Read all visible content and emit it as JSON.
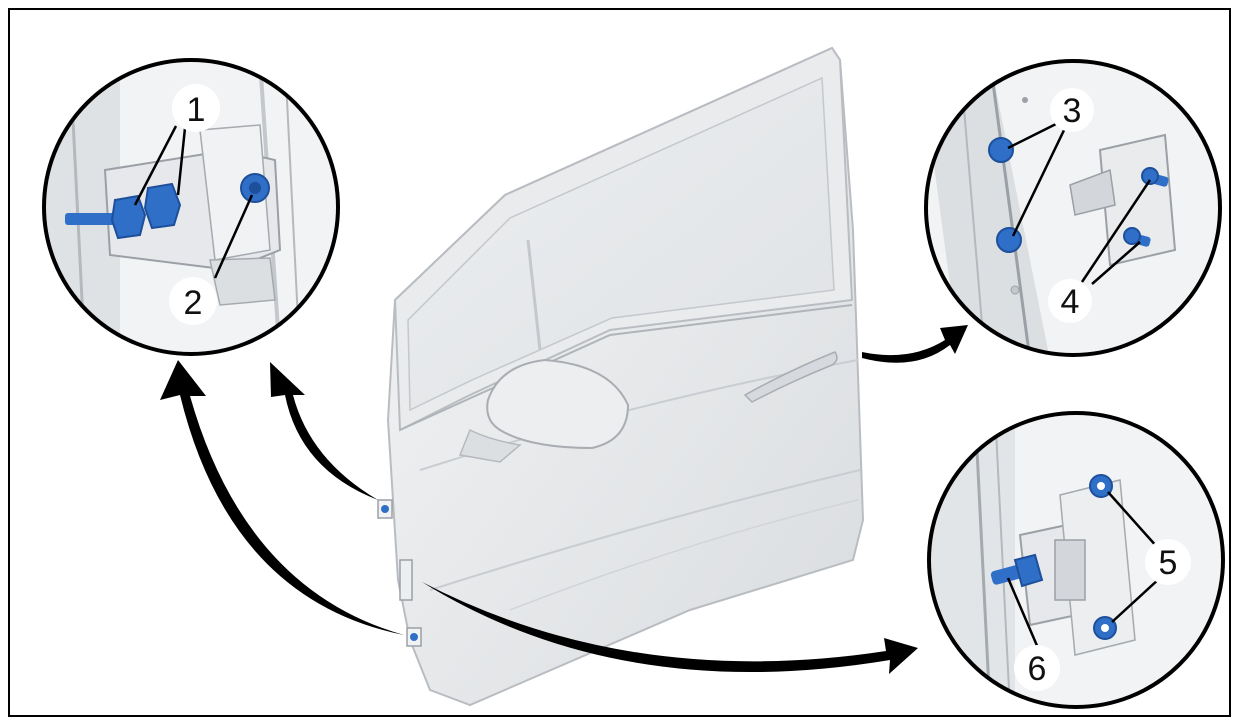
{
  "callouts": {
    "c1": "1",
    "c2": "2",
    "c3": "3",
    "c4": "4",
    "c5": "5",
    "c6": "6"
  },
  "colors": {
    "frame": "#000000",
    "fastener": "#2f6fc8",
    "fastener_dark": "#1d4f9a",
    "panel": "#e6e8eb",
    "panel_shadow": "#c8ccd1",
    "arrow": "#000000"
  },
  "icons": {
    "detail_view": "magnified-circle-view",
    "fastener": "bolt",
    "pointer": "curved-arrow"
  }
}
